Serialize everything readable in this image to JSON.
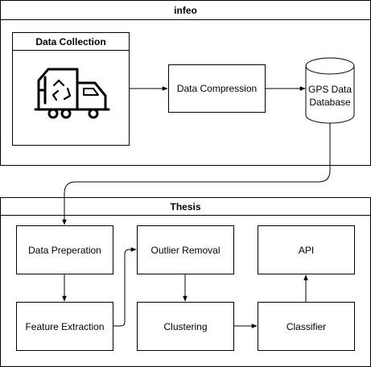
{
  "infeo": {
    "title": "infeo",
    "data_collection": {
      "title": "Data Collection",
      "icon": "recycling-truck-icon"
    },
    "compression": "Data Compression",
    "database": {
      "line1": "GPS Data",
      "line2": "Database"
    }
  },
  "thesis": {
    "title": "Thesis",
    "data_preparation": "Data Preperation",
    "feature_extraction": "Feature Extraction",
    "outlier_removal": "Outlier Removal",
    "clustering": "Clustering",
    "classifier": "Classifier",
    "api": "API"
  }
}
